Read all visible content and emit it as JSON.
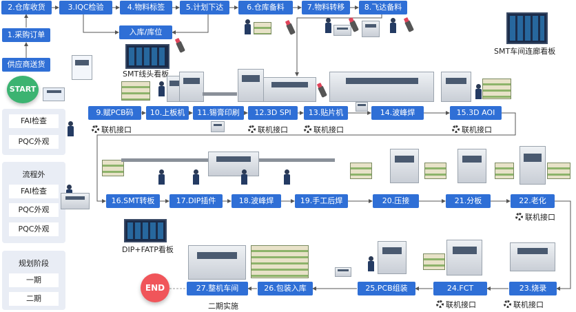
{
  "steps": {
    "s1": "1.采购订单",
    "s2": "2.仓库收货",
    "s3": "3.IQC检验",
    "s4": "4.物料标签",
    "s5": "5.计划下达",
    "s6": "6.仓库备料",
    "s7": "7.物料转移",
    "s8": "8.飞达备料",
    "s9": "9.赋PCB码",
    "s10": "10.上板机",
    "s11": "11.锡膏印刷",
    "s12": "12.3D SPI",
    "s13": "13.贴片机",
    "s14": "14.波峰焊",
    "s15": "15.3D AOI",
    "s16": "16.SMT转板",
    "s17": "17.DIP插件",
    "s18": "18.波峰焊",
    "s19": "19.手工后焊",
    "s20": "20.压接",
    "s21": "21.分板",
    "s22": "22.老化",
    "s23": "23.烧录",
    "s24": "24.FCT",
    "s25": "25.PCB组装",
    "s26": "26.包装入库",
    "s27": "27.整机车间"
  },
  "supplier": "供应商送货",
  "inbound": "入库/库位",
  "start": "START",
  "end": "END",
  "board_labels": {
    "smt_line_head": "SMT线头看板",
    "smt_corridor": "SMT车间连廊看板",
    "dip_fatp": "DIP+FATP看板"
  },
  "interface_label": "联机接口",
  "phase2_note": "二期实施",
  "panel_inspect": {
    "items": [
      "FAI检查",
      "PQC外观"
    ]
  },
  "panel_outflow": {
    "title": "流程外",
    "items": [
      "FAI检查",
      "PQC外观",
      "PQC外观"
    ]
  },
  "panel_phase": {
    "title": "规划阶段",
    "items": [
      "一期",
      "二期"
    ]
  },
  "colors": {
    "step_blue": "#2f6fd6",
    "start_green": "#3cb371",
    "end_red": "#f0555a",
    "panel_bg": "#e9edf5"
  }
}
